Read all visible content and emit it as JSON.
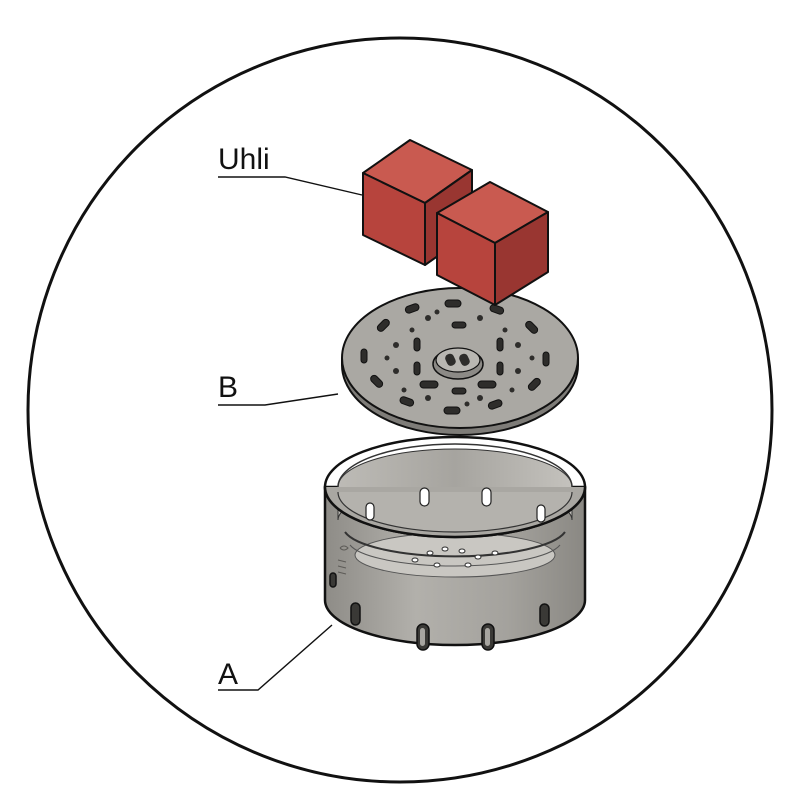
{
  "labels": {
    "coal": "Uhli",
    "grate": "B",
    "base": "A"
  },
  "colors": {
    "cube_front": "#b7443d",
    "cube_side": "#993631",
    "cube_top": "#c95a50",
    "metal_light": "#b5b3ae",
    "metal": "#9d9b96",
    "metal_dark": "#7a7874",
    "outline": "#111111"
  }
}
